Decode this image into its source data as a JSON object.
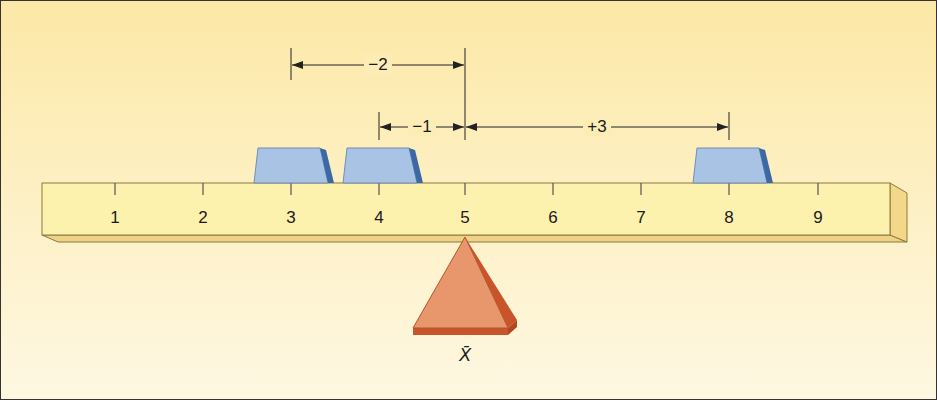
{
  "diagram": {
    "labels": [
      "−2",
      "−1",
      "+3",
      "1",
      "2",
      "3",
      "4",
      "5",
      "6",
      "7",
      "8",
      "9",
      "X̄"
    ]
  }
}
